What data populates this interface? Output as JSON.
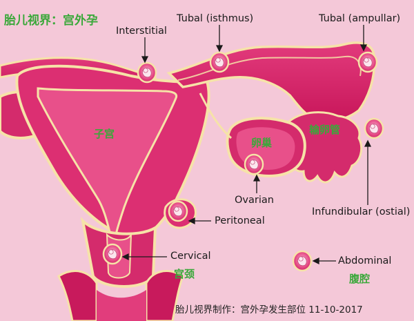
{
  "title": "胎儿视界：宫外孕",
  "labels": {
    "interstitial": "Interstitial",
    "tubal_isthmus": "Tubal (isthmus)",
    "tubal_ampullar": "Tubal (ampullar)",
    "ovarian": "Ovarian",
    "infundibular": "Infundibular (ostial)",
    "peritoneal": "Peritoneal",
    "cervical": "Cervical",
    "abdominal": "Abdominal"
  },
  "organs": {
    "uterus": "子宫",
    "ovary": "卵巢",
    "fallopian_tube": "输卵管",
    "cervix": "宫颈",
    "abdominal_cavity": "腹腔"
  },
  "footer": "胎儿视界制作：宫外孕发生部位 11-10-2017",
  "colors": {
    "background": "#f4c8d8",
    "tissue": "#d8246a",
    "tissue_dark": "#a8154c",
    "cavity": "#e8508a",
    "outline": "#f6e3a8",
    "embryo_sac": "#e02a73",
    "green_text": "#3aa83a"
  }
}
